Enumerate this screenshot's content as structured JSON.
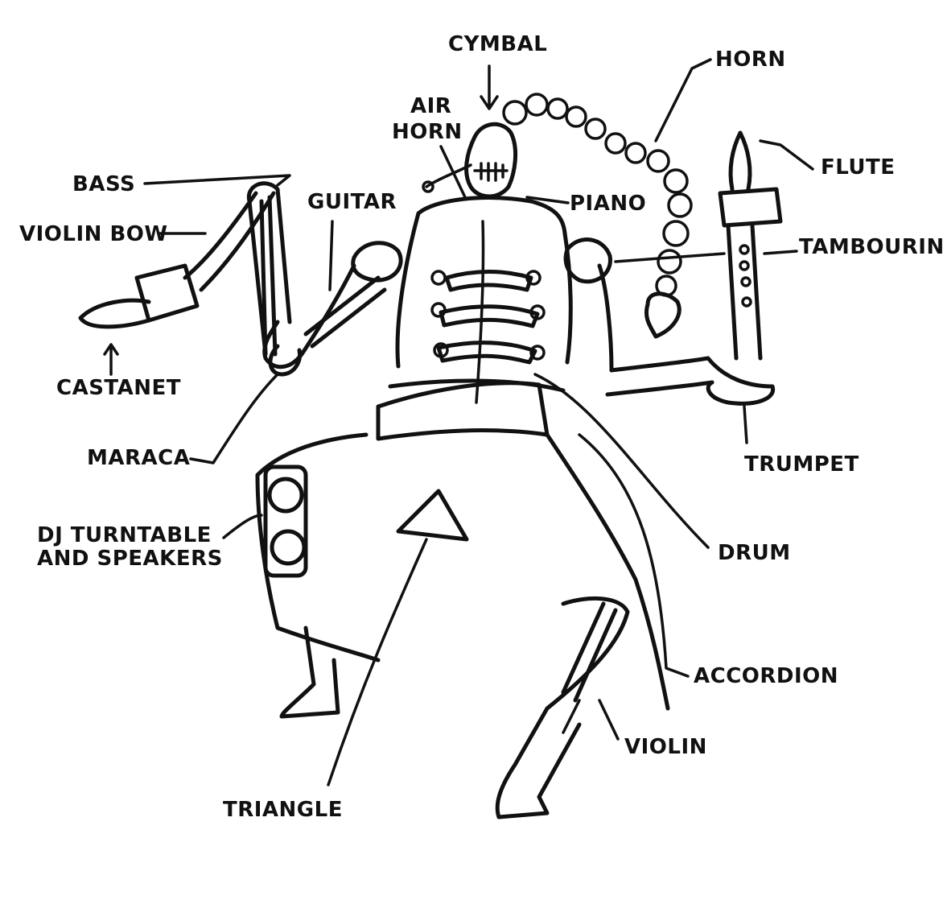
{
  "diagram": {
    "ink_color": "#111111",
    "background": "#ffffff",
    "labels": {
      "cymbal": "CYMBAL",
      "horn": "HORN",
      "air_horn_line1": "AIR",
      "air_horn_line2": "HORN",
      "flute": "FLUTE",
      "bass": "BASS",
      "guitar": "GUITAR",
      "piano": "PIANO",
      "violin_bow": "VIOLIN BOW",
      "tambourine": "TAMBOURINE",
      "castanet": "CASTANET",
      "trumpet": "TRUMPET",
      "maraca": "MARACA",
      "dj_line1": "DJ TURNTABLE",
      "dj_line2": "AND SPEAKERS",
      "drum": "DRUM",
      "accordion": "ACCORDION",
      "violin": "VIOLIN",
      "triangle": "TRIANGLE"
    }
  }
}
